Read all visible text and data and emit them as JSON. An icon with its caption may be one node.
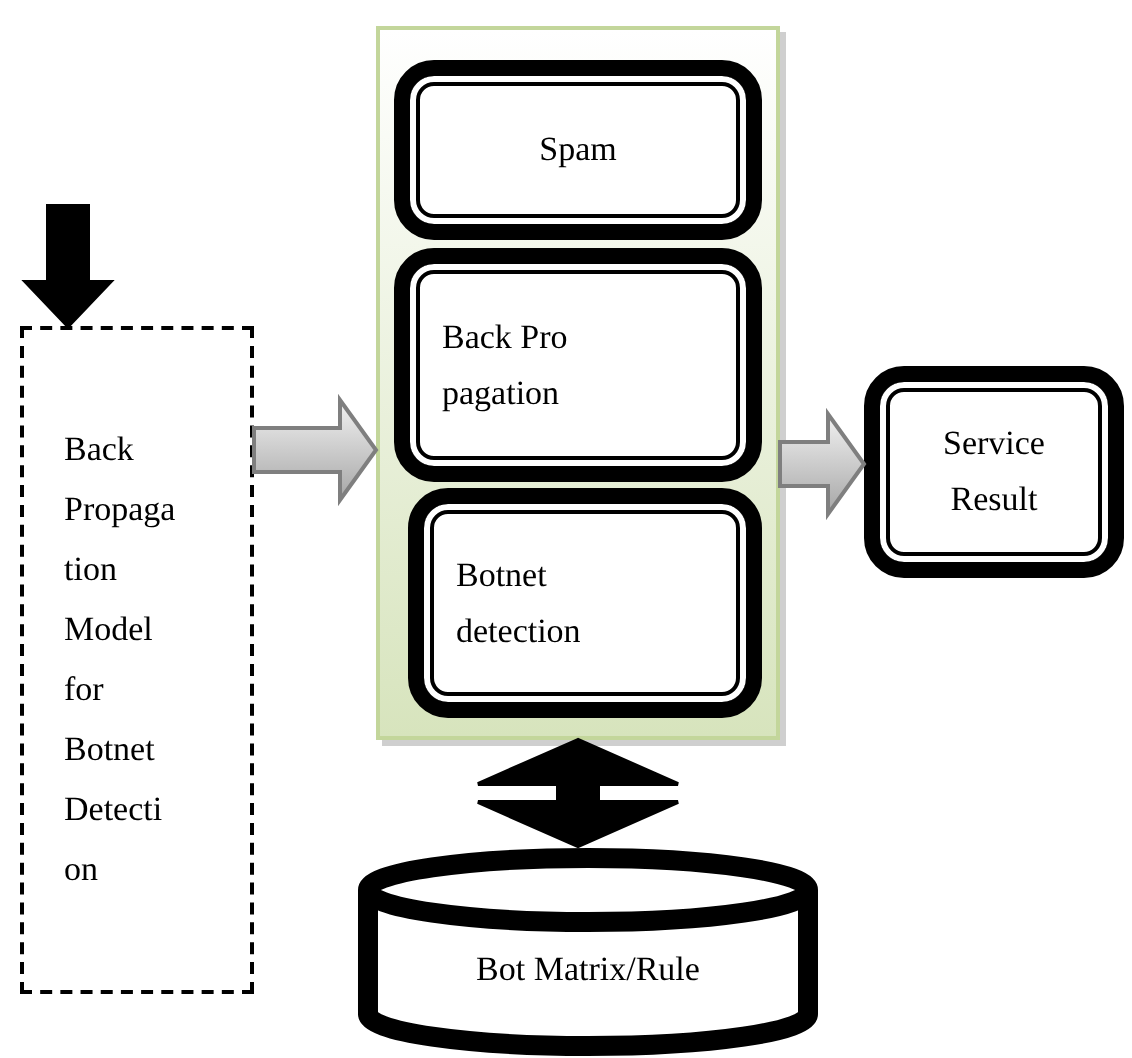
{
  "diagram": {
    "nodes": [
      {
        "text": [
          "Back Propaga tion Model for Botnet Detecti on"
        ]
      },
      {
        "text": [],
        "shape": "box"
      },
      {
        "text": [
          "Spam"
        ],
        "in": 1
      },
      {
        "text": [
          "Back Pro pagation"
        ],
        "in": 1
      },
      {
        "text": [
          "Botnet detection"
        ],
        "in": 1
      },
      {
        "text": [
          "Service Result"
        ]
      },
      {
        "text": [
          "Bot Matrix/Rule"
        ]
      }
    ],
    "edges": [
      {
        "from": null,
        "to": 0,
        "arrow": "to",
        "style": "thick"
      },
      {
        "from": 0,
        "to": 1,
        "arrow": "to",
        "style": "thick",
        "color": "#a6a6a6"
      },
      {
        "from": 1,
        "to": 5,
        "arrow": "to",
        "style": "thick",
        "color": "#a6a6a6"
      },
      {
        "from": 1,
        "to": 6,
        "arrow": "both",
        "style": "thick"
      }
    ]
  }
}
